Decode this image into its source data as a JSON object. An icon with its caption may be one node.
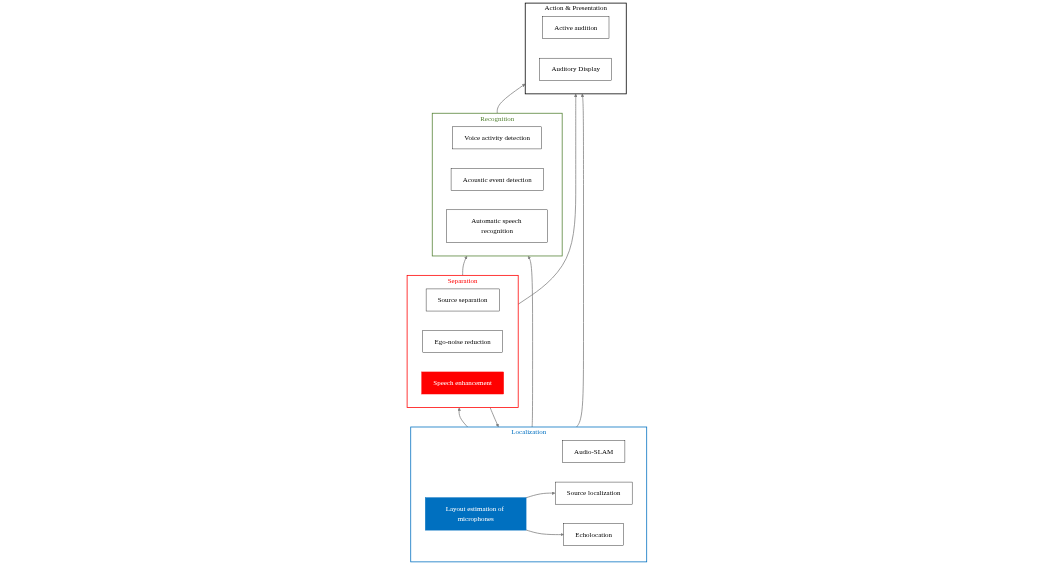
{
  "diagram": {
    "nodes": [
      {
        "text": [
          "Action & Presentation"
        ]
      },
      {
        "text": [
          "Active audition"
        ],
        "in": 0
      },
      {
        "text": [
          "Auditory Display"
        ],
        "in": 0
      },
      {
        "text": [
          "Recognition"
        ]
      },
      {
        "text": [
          "Voice activity detection"
        ],
        "in": 3
      },
      {
        "text": [
          "Acoustic event detection"
        ],
        "in": 3
      },
      {
        "text": [
          "Automatic speech recognition"
        ],
        "in": 3
      },
      {
        "text": [
          "Separation"
        ]
      },
      {
        "text": [
          "Source separation"
        ],
        "in": 7
      },
      {
        "text": [
          "Ego-noise reduction"
        ],
        "in": 7
      },
      {
        "text": [
          "Speech enhancement"
        ],
        "in": 7
      },
      {
        "text": [
          "Localization"
        ]
      },
      {
        "text": [
          "Audio-SLAM"
        ],
        "in": 11
      },
      {
        "text": [
          "Source localization"
        ],
        "in": 11
      },
      {
        "text": [
          "Echolocation"
        ],
        "in": 11
      },
      {
        "text": [
          "Layout estimation of microphones"
        ],
        "in": 11
      }
    ],
    "edges": [
      {
        "from": 3,
        "to": 0,
        "arrow": "to"
      },
      {
        "from": 7,
        "to": 3,
        "arrow": "to"
      },
      {
        "from": 11,
        "to": 3,
        "arrow": "to"
      },
      {
        "from": 7,
        "to": 11,
        "arrow": "to"
      },
      {
        "from": 11,
        "to": 7,
        "arrow": "to"
      },
      {
        "from": 7,
        "to": 0,
        "arrow": "to"
      },
      {
        "from": 11,
        "to": 0,
        "arrow": "to"
      },
      {
        "from": 15,
        "to": 13,
        "arrow": "to"
      },
      {
        "from": 15,
        "to": 14,
        "arrow": "to"
      }
    ]
  }
}
